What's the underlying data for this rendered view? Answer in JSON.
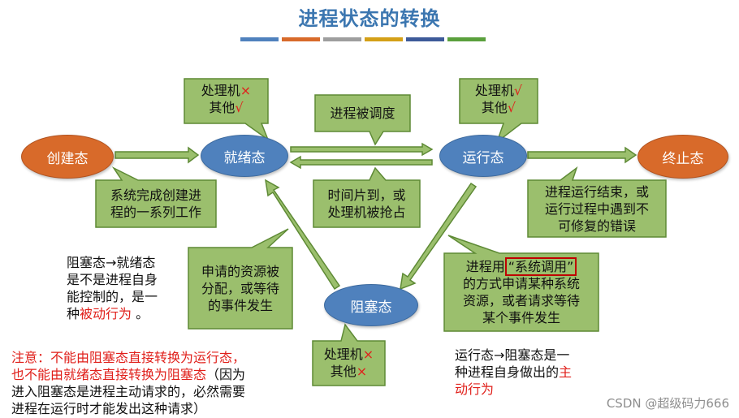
{
  "title": "进程状态的转换",
  "accent_bars": [
    "#4f81bd",
    "#d86a2a",
    "#9e9e9e",
    "#d4a017",
    "#3d5a99",
    "#5aa03c"
  ],
  "states": {
    "create": "创建态",
    "ready": "就绪态",
    "running": "运行态",
    "terminate": "终止态",
    "blocked": "阻塞态"
  },
  "callouts": {
    "ready_resources": {
      "line1_text": "处理机",
      "line1_mark": "×",
      "line2_text": "其他",
      "line2_mark": "√"
    },
    "running_resources": {
      "line1_text": "处理机",
      "line1_mark": "√",
      "line2_text": "其他",
      "line2_mark": "√"
    },
    "blocked_resources": {
      "line1_text": "处理机",
      "line1_mark": "×",
      "line2_text": "其他",
      "line2_mark": "×"
    },
    "scheduled": "进程被调度",
    "create_done": [
      "系统完成创建进",
      "程的一系列工作"
    ],
    "timeslice": [
      "时间片到，或",
      "处理机被抢占"
    ],
    "run_end": [
      "进程运行结束，或",
      "运行过程中遇到不",
      "可修复的错误"
    ],
    "resource_alloc": [
      "申请的资源被",
      "分配，或等待",
      "的事件发生"
    ],
    "syscall": {
      "prefix": "进程用",
      "boxed": "“系统调用”",
      "lines": [
        "的方式申请某种系统",
        "资源，或者请求等待",
        "某个事件发生"
      ]
    }
  },
  "notes": {
    "blocked_to_ready": {
      "lines": [
        "阻塞态→就绪态",
        "是不是进程自身",
        "能控制的，是一"
      ],
      "last_prefix": "种",
      "last_red": "被动行为",
      "last_suffix": " 。"
    },
    "warning": {
      "red_lines": [
        "注意：不能由阻塞态直接转换为运行态，",
        "也不能由就绪态直接转换为阻塞态"
      ],
      "tail": "（因为",
      "black_lines": [
        "进入阻塞态是进程主动请求的，必然需要",
        "进程在运行时才能发出这种请求）"
      ]
    },
    "running_to_blocked": {
      "lines": [
        "运行态→阻塞态是一"
      ],
      "line2_prefix": "种进程自身做出的",
      "line2_red": "主",
      "line3_red": "动行为"
    }
  },
  "watermark": "CSDN @超级码力666"
}
